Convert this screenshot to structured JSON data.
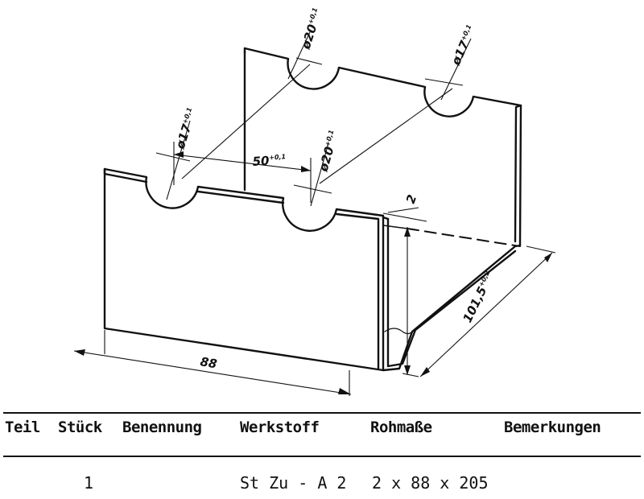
{
  "drawing": {
    "dimensions": {
      "dia_back_left": {
        "symbol": "ø",
        "value": "20",
        "tol": "+0,1"
      },
      "dia_back_right": {
        "symbol": "ø",
        "value": "17",
        "tol": "+0,1"
      },
      "dia_front_left": {
        "symbol": "ø",
        "value": "17",
        "tol": "+0,1"
      },
      "dia_front_right": {
        "symbol": "ø",
        "value": "20",
        "tol": "+0,1"
      },
      "spacing": {
        "value": "50",
        "tol": "+0,1"
      },
      "thickness": {
        "value": "2"
      },
      "depth": {
        "value": "101,5",
        "tol": "+0,2"
      },
      "length": {
        "value": "88"
      }
    }
  },
  "table": {
    "headers": [
      "Teil",
      "Stück",
      "Benennung",
      "Werkstoff",
      "Rohmaße",
      "Bemerkungen"
    ],
    "row": {
      "teil": "1",
      "werkstoff": "St Zu - A 2",
      "rohmasse": "2 x 88 x 205"
    }
  }
}
